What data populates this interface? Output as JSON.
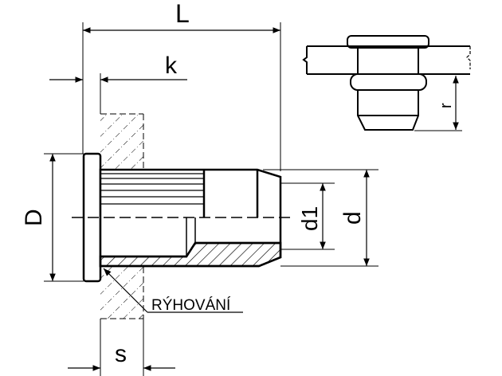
{
  "labels": {
    "L": "L",
    "k": "k",
    "D": "D",
    "d1": "d1",
    "d": "d",
    "s": "s",
    "r": "r",
    "knurling": "RÝHOVÁNÍ"
  },
  "colors": {
    "line": "#000000",
    "background": "#ffffff"
  }
}
